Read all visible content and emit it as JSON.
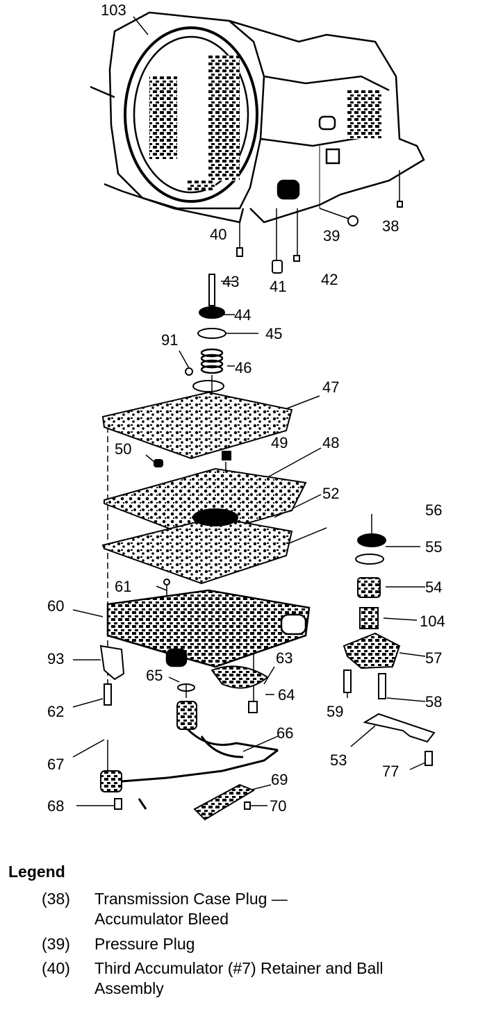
{
  "callouts": {
    "c103": "103",
    "c40": "40",
    "c41": "41",
    "c42": "42",
    "c39": "39",
    "c38": "38",
    "c43": "43",
    "c44": "44",
    "c45": "45",
    "c46": "46",
    "c91": "91",
    "c47": "47",
    "c50": "50",
    "c49": "49",
    "c48": "48",
    "c52": "52",
    "c61": "61",
    "c60": "60",
    "c93": "93",
    "c65": "65",
    "c63": "63",
    "c64": "64",
    "c62": "62",
    "c66": "66",
    "c67": "67",
    "c69": "69",
    "c68": "68",
    "c70": "70",
    "c56": "56",
    "c55": "55",
    "c54": "54",
    "c104": "104",
    "c57": "57",
    "c59": "59",
    "c58": "58",
    "c53": "53",
    "c77": "77"
  },
  "legend": {
    "title": "Legend",
    "items": [
      {
        "num": "(38)",
        "line1": "Transmission Case Plug —",
        "line2": "Accumulator Bleed"
      },
      {
        "num": "(39)",
        "line1": "Pressure Plug",
        "line2": ""
      },
      {
        "num": "(40)",
        "line1": "Third Accumulator (#7) Retainer and Ball",
        "line2": "Assembly"
      }
    ]
  }
}
